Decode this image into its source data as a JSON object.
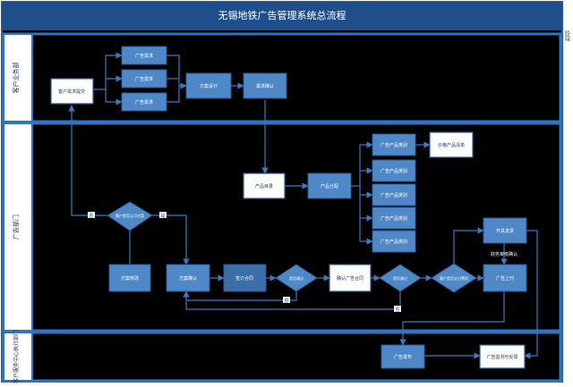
{
  "title": "无锡地铁广告管理系统总流程",
  "corner_label": "阶段",
  "lanes": [
    {
      "id": "top",
      "label": "客户业务部"
    },
    {
      "id": "middle",
      "label": "广告部门"
    },
    {
      "id": "bottom",
      "label": "客户服务中心执行部门"
    }
  ],
  "nodes": {
    "client_order": "客户需求提交",
    "top1": "广告需求",
    "top2": "广告需求",
    "top3": "广告需求",
    "top_mid": "方案设计",
    "top_right": "需求确认",
    "product": "产品目录",
    "assign": "产品分配",
    "m1": "广告产品类别",
    "m2": "广告产品类别",
    "m3": "广告产品类别",
    "m4": "广告产品类别",
    "m5": "广告产品类别",
    "price_list": "价格产品清单",
    "decision_left": "客户是否认可方案",
    "reject_box": "方案修改",
    "main1": "方案确认",
    "main2": "签订合同",
    "decision2": "是否通过",
    "contract": "确认广告合同",
    "decision3": "是否通过",
    "decision4": "客户是否支付费用",
    "right_top": "开具发票",
    "right_label": "财务审核确认",
    "right_bottom": "广告上刊",
    "exec1": "广告发布",
    "exec2": "广告监测与反馈"
  },
  "edge_labels": {
    "yes": "是",
    "no": "否"
  },
  "colors": {
    "frame": "#000000",
    "lane_border": "#1f63b0",
    "header": "#2f74c0",
    "box_fill": "#4f88c6",
    "box_stroke": "#2c5a94",
    "white_fill": "#ffffff",
    "line": "#3a78c2",
    "text_dark": "#1c3a66",
    "title": "#ffffff"
  }
}
